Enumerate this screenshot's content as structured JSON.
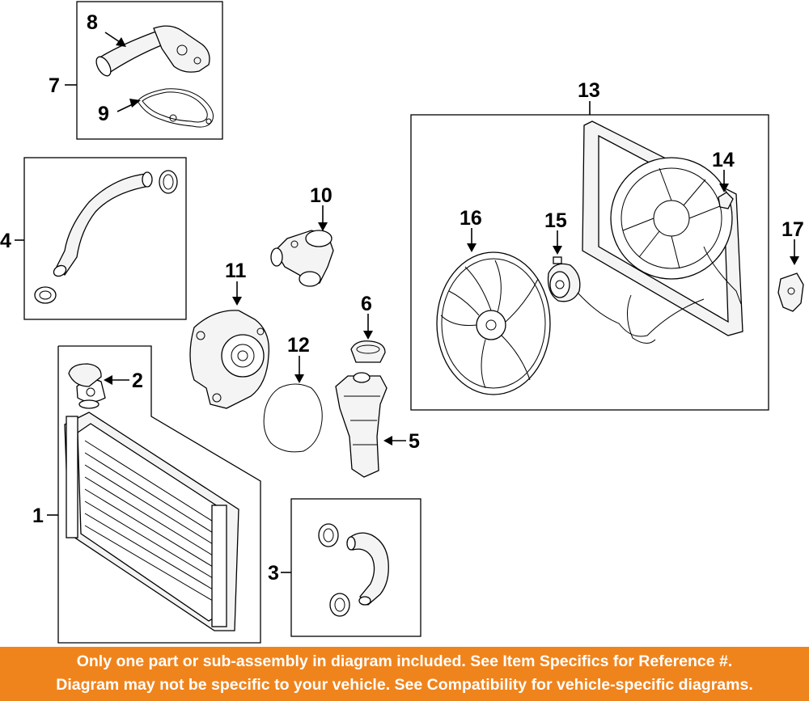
{
  "callouts": [
    "1",
    "2",
    "3",
    "4",
    "5",
    "6",
    "7",
    "8",
    "9",
    "10",
    "11",
    "12",
    "13",
    "14",
    "15",
    "16",
    "17"
  ],
  "footer": {
    "line1": "Only one part or sub-assembly in diagram included. See Item Specifics for Reference #.",
    "line2": "Diagram may not be specific to your vehicle. See Compatibility for vehicle-specific diagrams."
  },
  "colors": {
    "footer_bg": "#f0841c",
    "footer_text": "#ffffff",
    "line_art": "#000000"
  }
}
